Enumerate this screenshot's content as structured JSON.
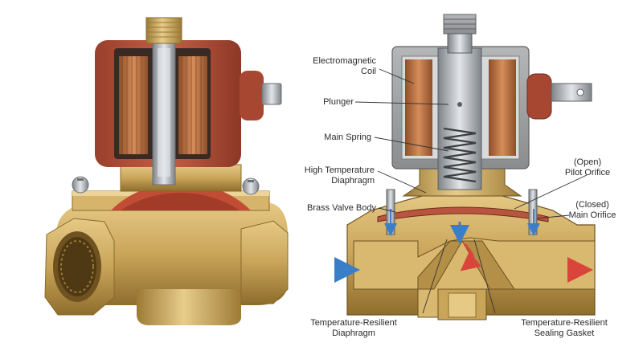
{
  "labels": {
    "coil": [
      "Electromagnetic",
      "Coil"
    ],
    "plunger": "Plunger",
    "main_spring": "Main Spring",
    "ht_diaphragm": [
      "High Temperature",
      "Diaphragm"
    ],
    "brass_body": "Brass Valve Body",
    "pilot_orifice": [
      "(Open)",
      "Pilot Orifice"
    ],
    "main_orifice": [
      "(Closed)",
      "Main Orifice"
    ],
    "tr_diaphragm": [
      "Temperature-Resilient",
      "Diaphragm"
    ],
    "tr_gasket": [
      "Temperature-Resilient",
      "Sealing Gasket"
    ]
  },
  "colors": {
    "brass": "#c9a55a",
    "brass_dark": "#8f6d2c",
    "coil_red": "#b8553e",
    "copper": "#c77a4a",
    "steel": "#a9adb2",
    "flow_blue": "#3a7ec7",
    "flow_red": "#d9453a"
  }
}
